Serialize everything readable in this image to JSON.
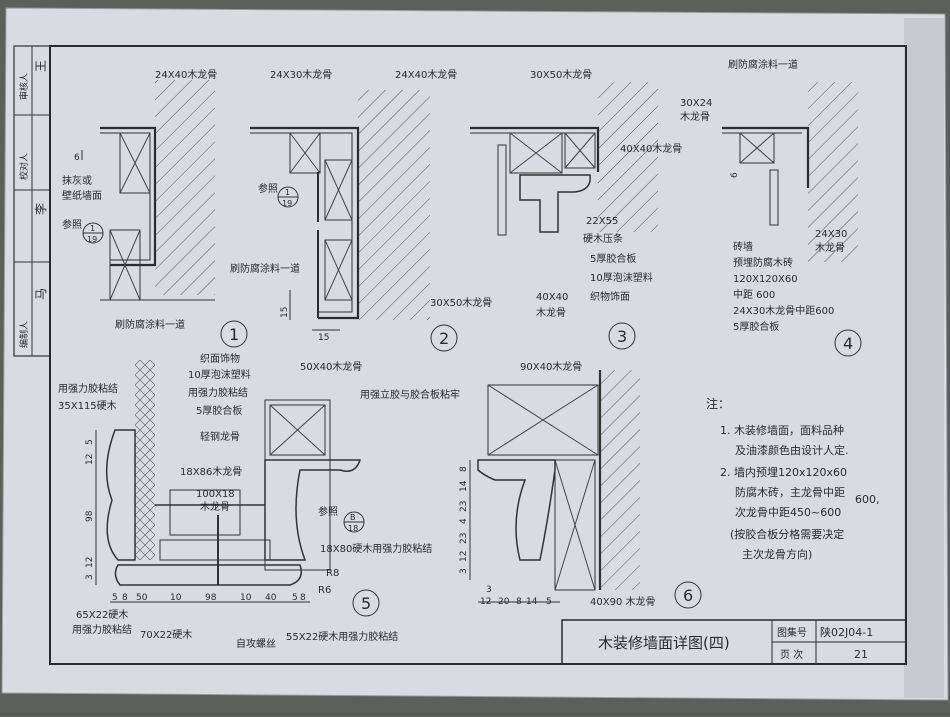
{
  "sidebar": {
    "roles": [
      "编制人",
      "校对人",
      "审核人"
    ],
    "signatures": [
      "马",
      "李",
      "王"
    ]
  },
  "detail1": {
    "number": "1",
    "labels": [
      "24X40木龙骨",
      "抹灰或",
      "壁纸墙面",
      "参照",
      "刷防腐涂料一道"
    ],
    "ref": {
      "num": "1",
      "sheet": "19"
    },
    "dim": "6"
  },
  "detail2": {
    "number": "2",
    "labels": [
      "24X30木龙骨",
      "24X40木龙骨",
      "参照",
      "刷防腐涂料一道"
    ],
    "ref": {
      "num": "1",
      "sheet": "19"
    },
    "dims": [
      "15",
      "15"
    ]
  },
  "detail3": {
    "number": "3",
    "labels": [
      "30X50木龙骨",
      "40X40木龙骨",
      "22X55",
      "硬木压条",
      "5厚胶合板",
      "10厚泡沫塑料",
      "织物饰面",
      "30X50木龙骨",
      "40X40",
      "木龙骨"
    ]
  },
  "detail4": {
    "number": "4",
    "labels": [
      "刷防腐涂料一道",
      "30X24",
      "木龙骨",
      "24X30",
      "木龙骨",
      "砖墙",
      "预埋防腐木砖",
      "120X120X60",
      "中距 600",
      "24X30木龙骨中距600",
      "5厚胶合板"
    ],
    "dim": "6"
  },
  "detail5": {
    "number": "5",
    "labels": [
      "用强力胶粘结",
      "35X115硬木",
      "织面饰物",
      "10厚泡沫塑料",
      "用强力胶粘结",
      "5厚胶合板",
      "轻钢龙骨",
      "50X40木龙骨",
      "用强立胶与胶合板粘牢",
      "18X86木龙骨",
      "100X18",
      "木龙骨",
      "参照",
      "18X80硬木用强力胶粘结",
      "R8",
      "R6",
      "65X22硬木",
      "用强力胶粘结",
      "70X22硬木",
      "自攻螺丝",
      "55X22硬木用强力胶粘结"
    ],
    "ref": {
      "num": "B",
      "sheet": "18"
    },
    "dims_left": [
      "5",
      "12",
      "98",
      "12",
      "3"
    ],
    "dims_bottom": [
      "5",
      "8",
      "50",
      "10",
      "98",
      "10",
      "40",
      "5",
      "8"
    ]
  },
  "detail6": {
    "number": "6",
    "labels": [
      "90X40木龙骨",
      "40X90 木龙骨"
    ],
    "dims_left": [
      "8",
      "14",
      "23",
      "4",
      "23",
      "12",
      "3"
    ],
    "dims_bottom": [
      "3",
      "12",
      "20",
      "8",
      "14",
      "5"
    ]
  },
  "notes": {
    "title": "注：",
    "lines": [
      "1. 木装修墙面，面料品种",
      "及油漆颜色由设计人定.",
      "2. 墙内预埋120x120x60",
      "防腐木砖，主龙骨中距",
      "600,",
      "次龙骨中距450~600",
      "(按胶合板分格需要决定",
      "主次龙骨方向)"
    ]
  },
  "titleblock": {
    "title": "木装修墙面详图(四)",
    "atlas_label": "图集号",
    "atlas_value": "陕02J04-1",
    "page_label": "页 次",
    "page_value": "21"
  }
}
